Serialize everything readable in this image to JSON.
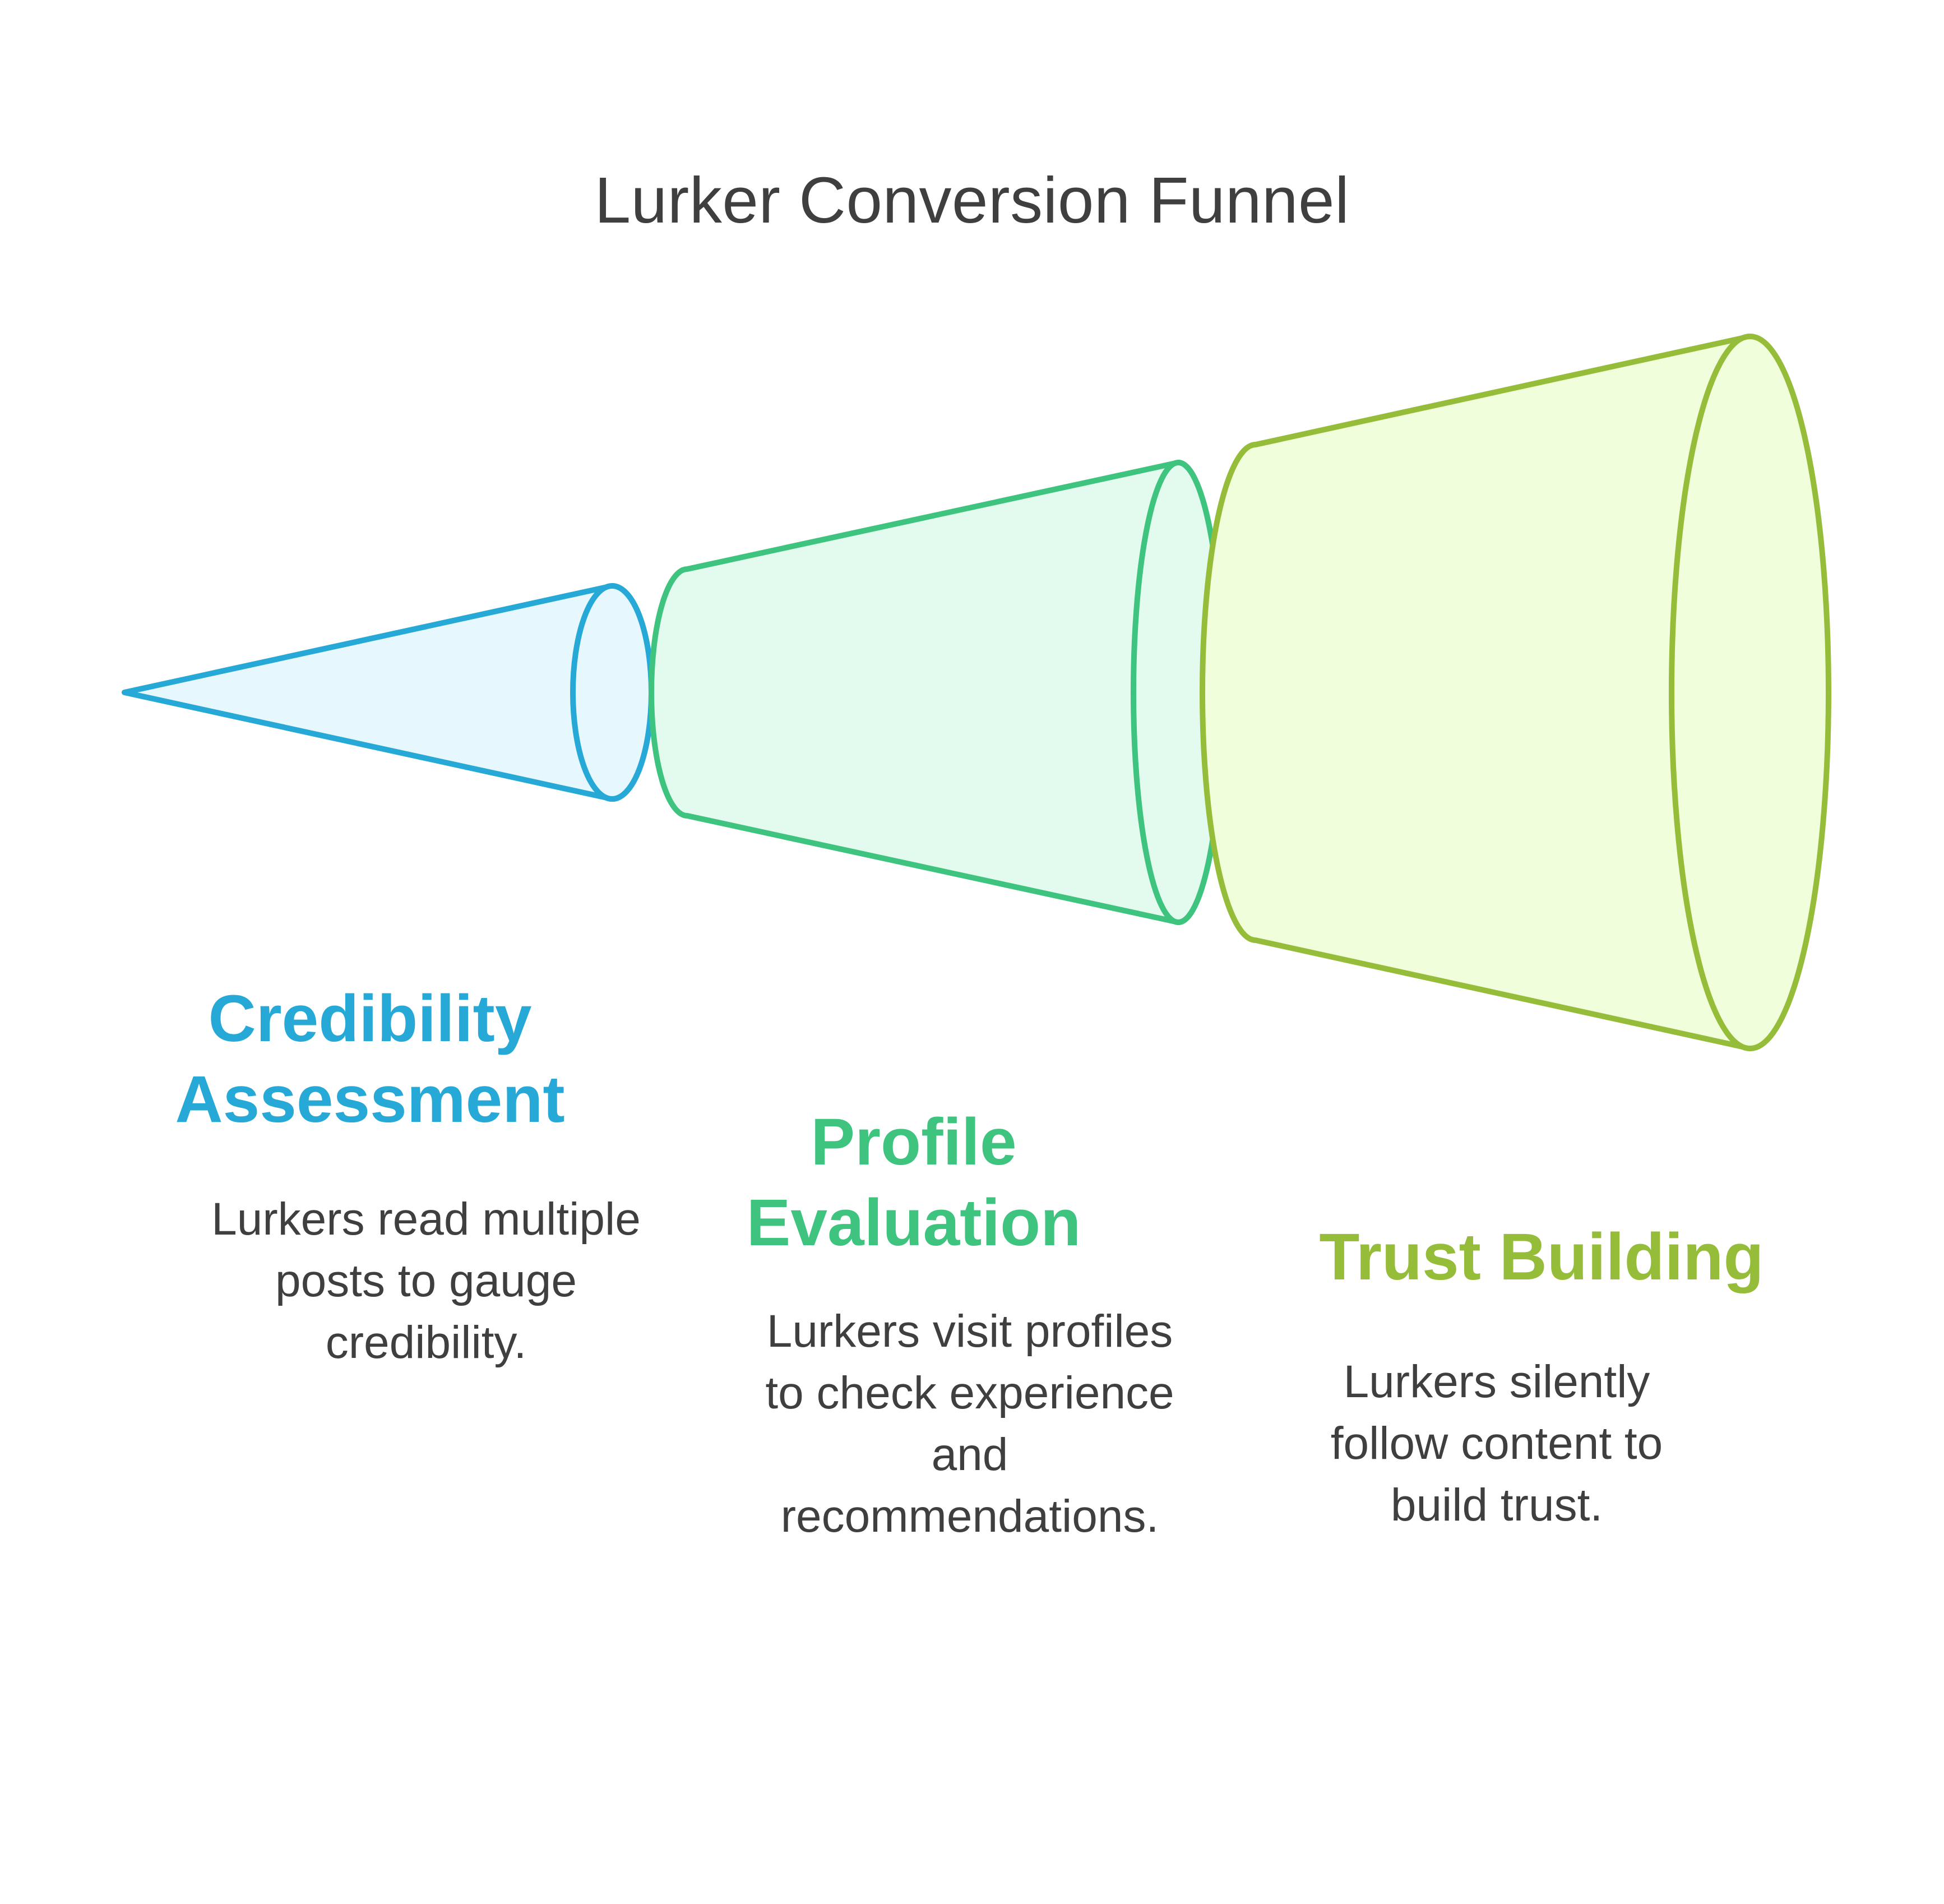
{
  "title": "Lurker Conversion Funnel",
  "colors": {
    "stage1": "#26a9d6",
    "stage2": "#3ec47e",
    "stage3": "#96bd3a",
    "stage1_fill": "#e6f7fd",
    "stage2_fill": "#e3fbee",
    "stage3_fill": "#f1fedb",
    "text": "#3f3f3f"
  },
  "stages": [
    {
      "title_line1": "Credibility",
      "title_line2": "Assessment",
      "desc_line1": "Lurkers read multiple",
      "desc_line2": "posts to gauge",
      "desc_line3": "credibility."
    },
    {
      "title_line1": "Profile",
      "title_line2": "Evaluation",
      "desc_line1": "Lurkers visit profiles",
      "desc_line2": "to check experience",
      "desc_line3": "and",
      "desc_line4": "recommendations."
    },
    {
      "title_line1": "Trust Building",
      "desc_line1": "Lurkers silently",
      "desc_line2": "follow content to",
      "desc_line3": "build trust."
    }
  ]
}
